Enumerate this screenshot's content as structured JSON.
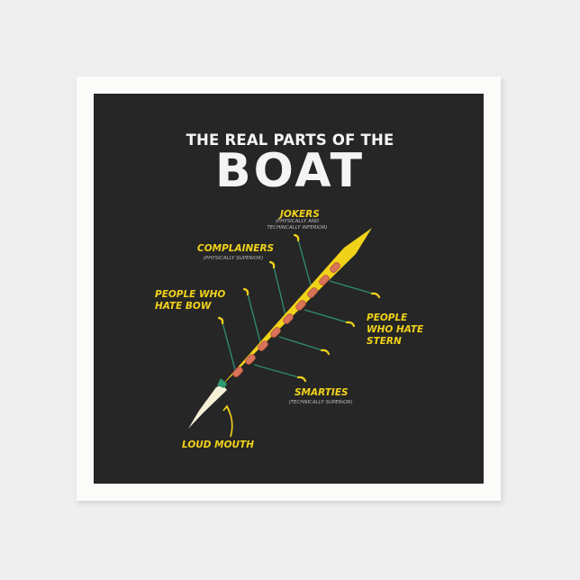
{
  "product": "napkin",
  "colors": {
    "background": "#efefef",
    "napkin": "#fbfbfa",
    "print": "#262626",
    "label": "#f1d21a",
    "title": "#f4f4f4",
    "oar": "#2f8a6c",
    "hull": "#f1d21a",
    "bow_tip": "#f5f0d8",
    "seat": "#d9735a"
  },
  "title": {
    "subtitle": "THE REAL PARTS OF THE",
    "main": "BOAT"
  },
  "labels": {
    "jokers": {
      "title": "JOKERS",
      "note_line1": "(PHYSICALLY AND",
      "note_line2": "TECHINCALLY INFERIOR)"
    },
    "complainers": {
      "title": "COMPLAINERS",
      "note": "(PHYSICALLY SUPERIOR)"
    },
    "hate_bow": {
      "line1": "PEOPLE WHO",
      "line2": "HATE BOW"
    },
    "hate_stern": {
      "line1": "PEOPLE",
      "line2": "WHO HATE",
      "line3": "STERN"
    },
    "smarties": {
      "title": "SMARTIES",
      "note": "(TECHNICALLY SUPERIOR)"
    },
    "loud_mouth": {
      "title": "LOUD MOUTH"
    }
  }
}
